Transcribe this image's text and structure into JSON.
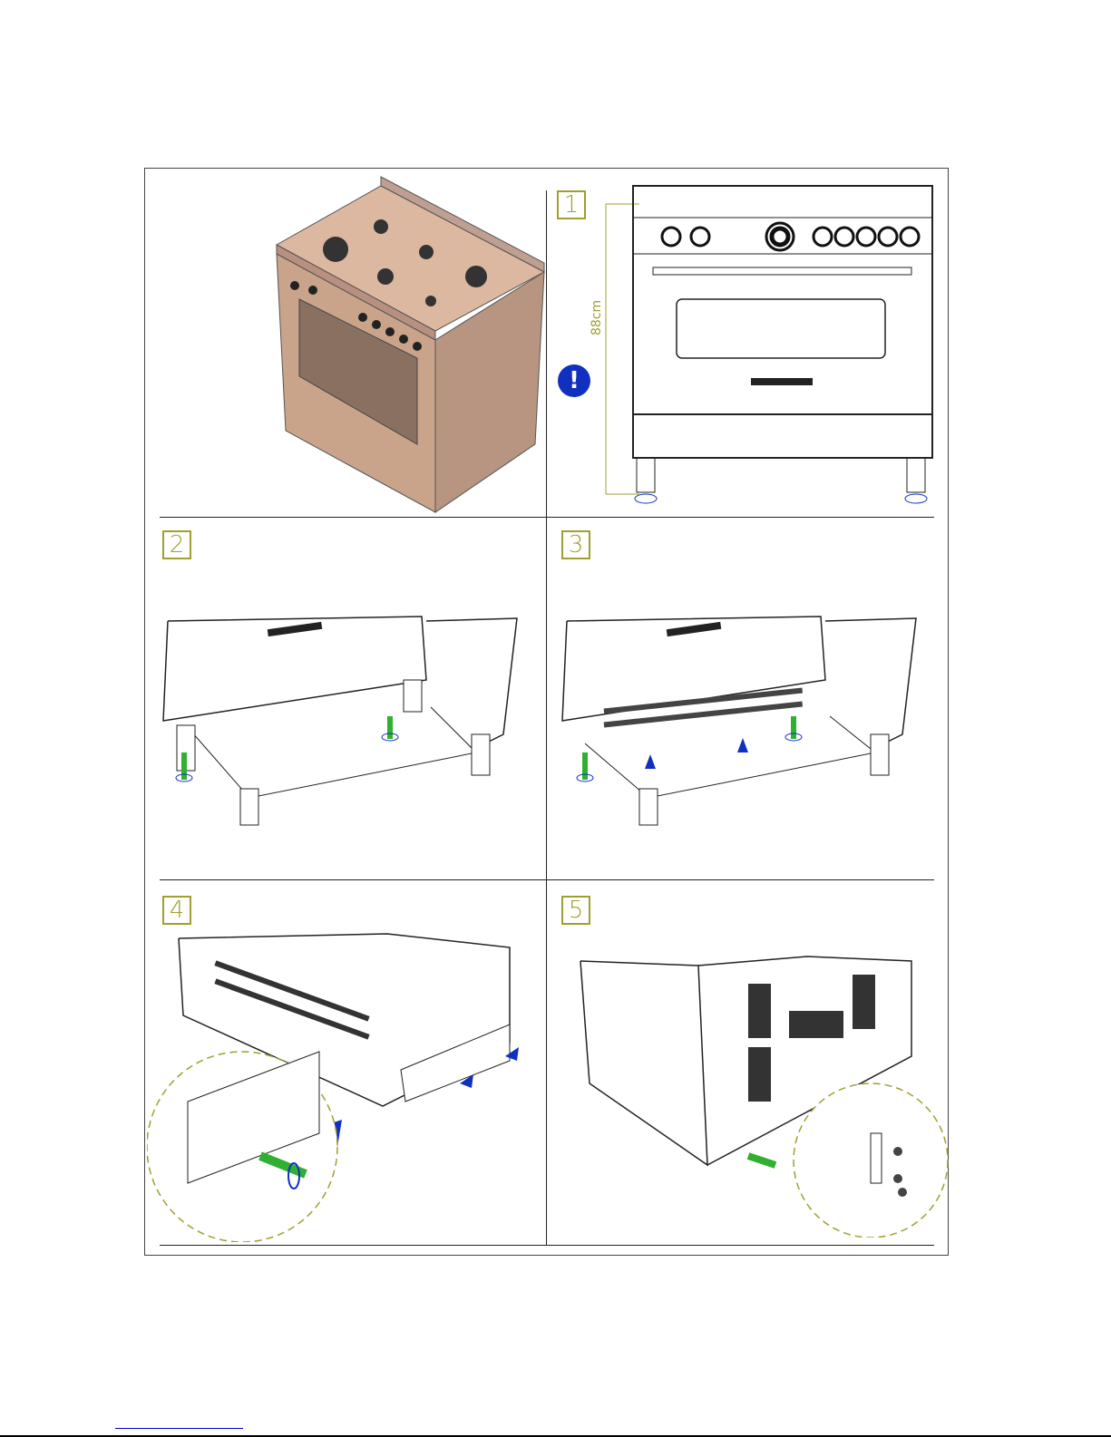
{
  "steps": {
    "s1": "1",
    "s2": "2",
    "s3": "3",
    "s4": "4",
    "s5": "5"
  },
  "dimension_label": "88cm",
  "icons": {
    "warning": "exclamation-warning-icon"
  },
  "colors": {
    "step_label": "#a0a030",
    "warning": "#1030c0",
    "stove": "#c9a48a",
    "arrow": "#1030c0",
    "screwdriver": "#30b030"
  }
}
